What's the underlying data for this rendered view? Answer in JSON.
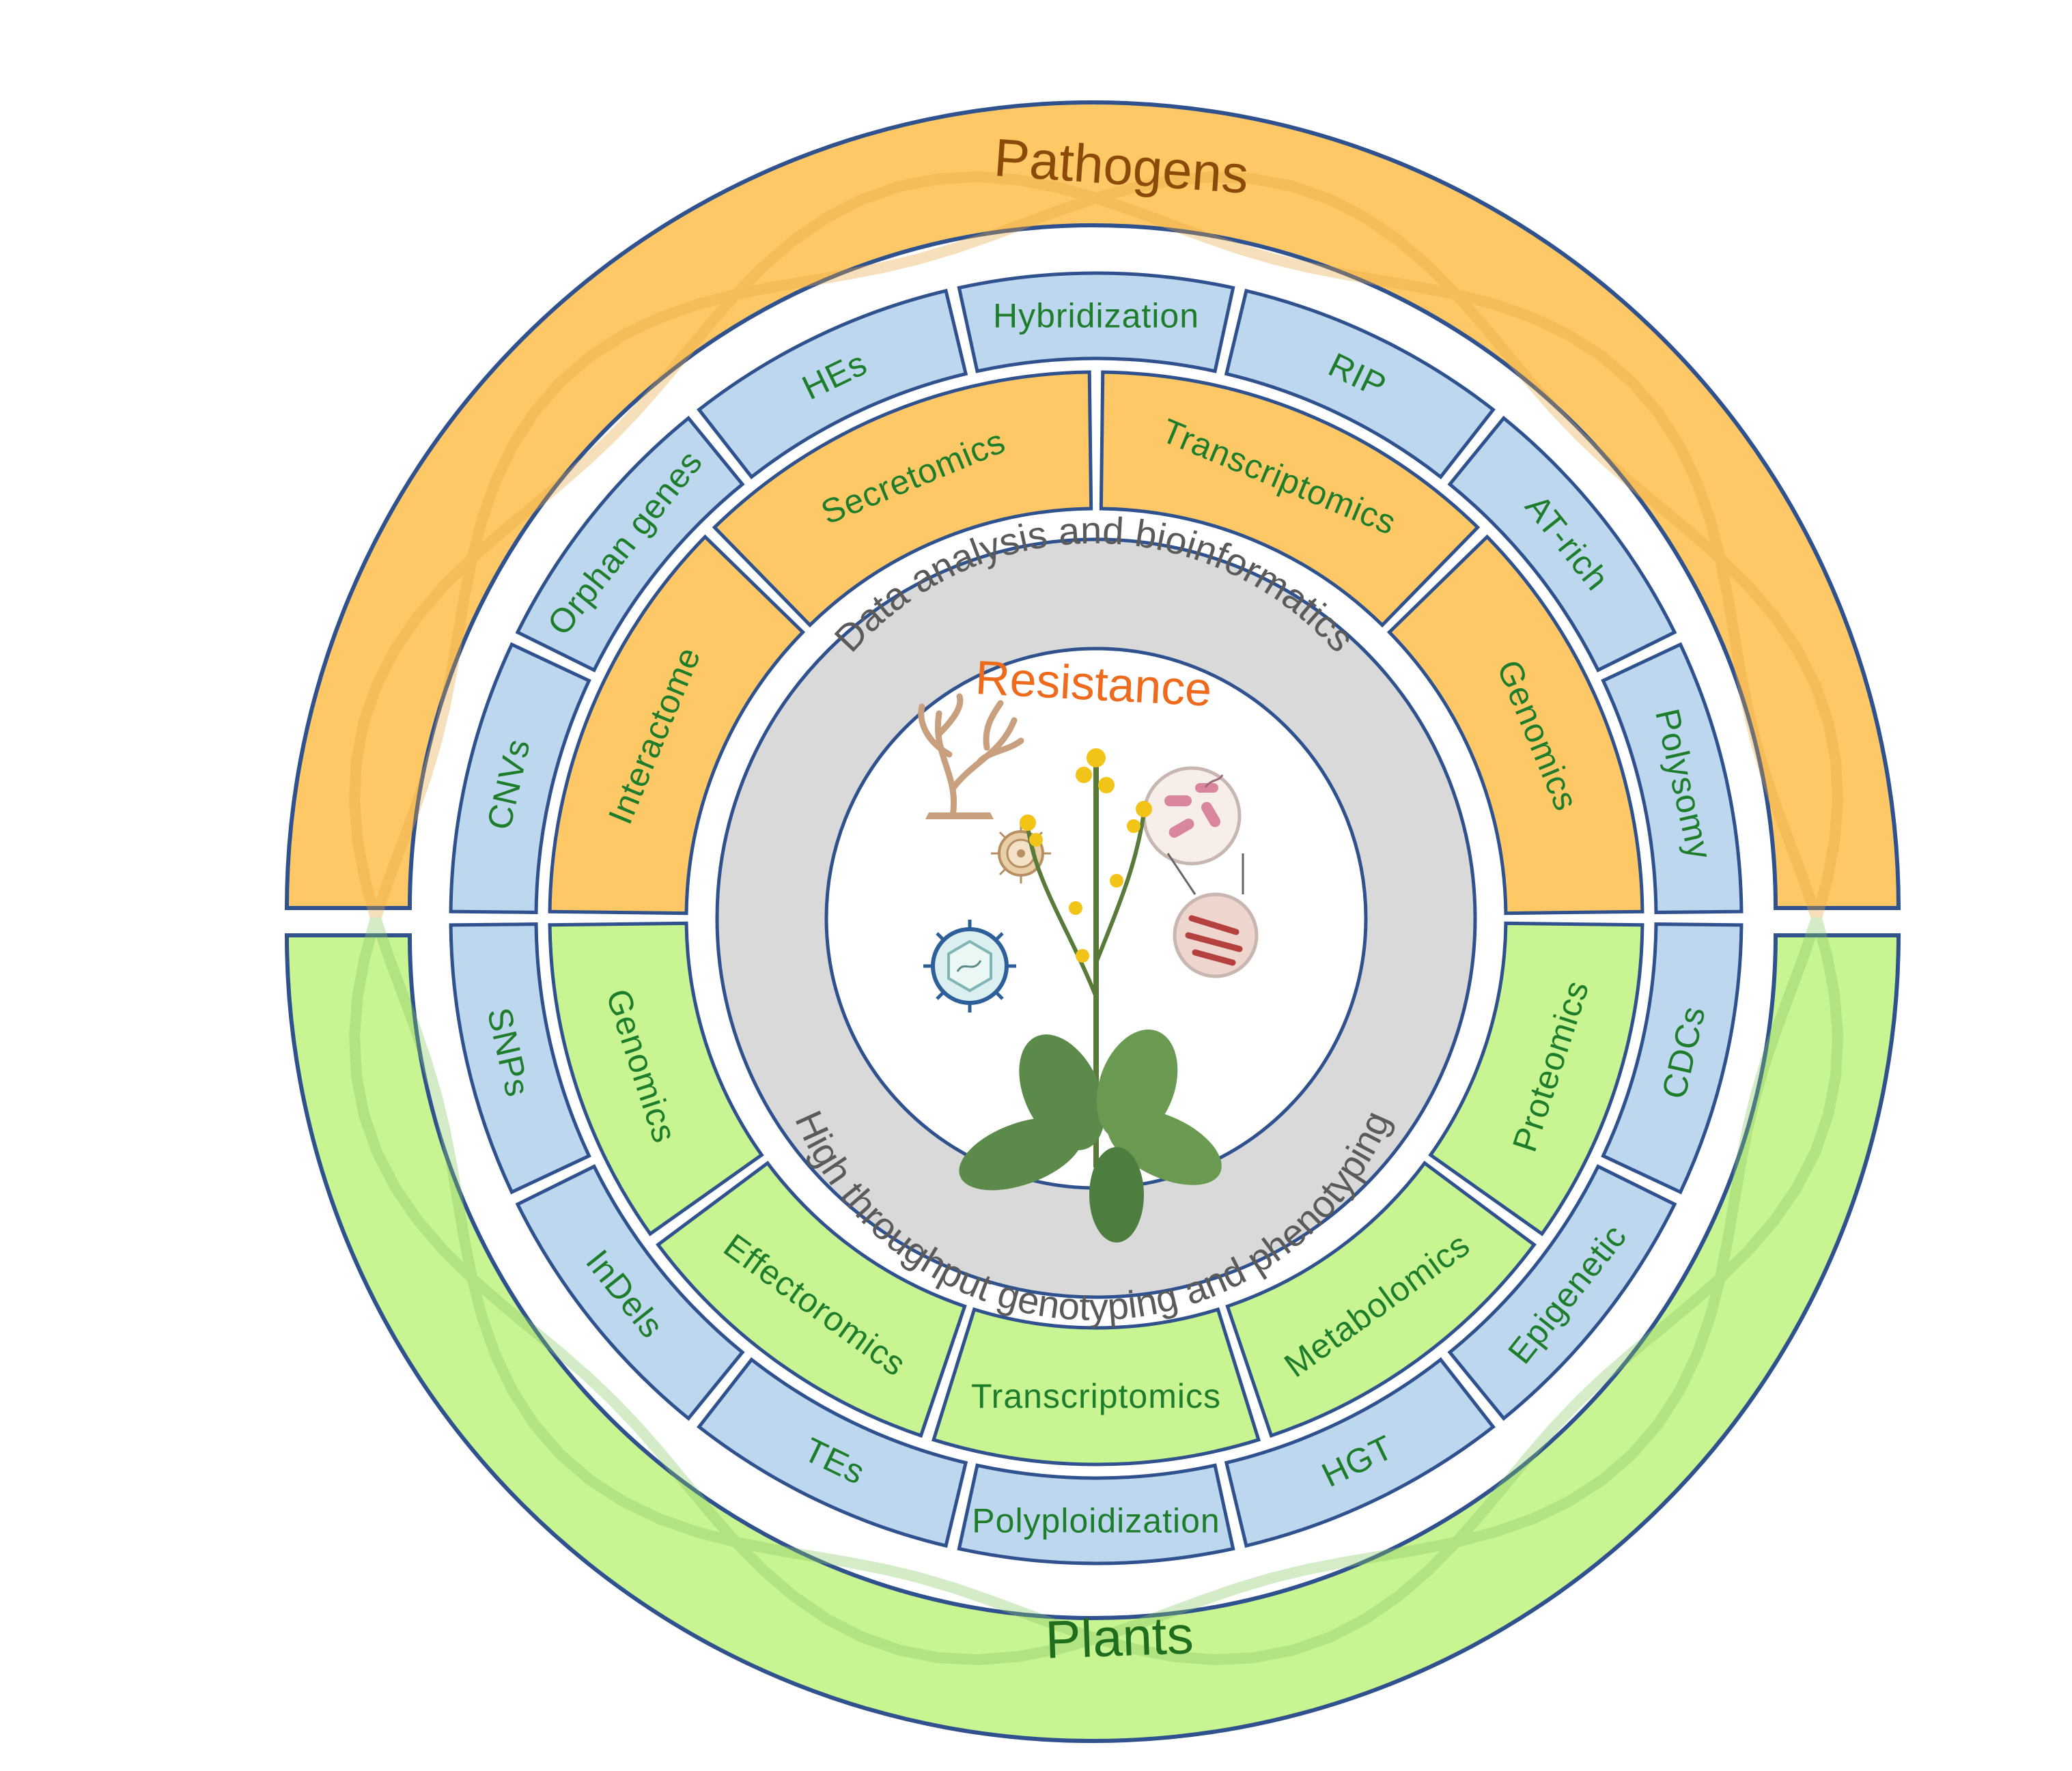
{
  "title": "Resistance",
  "outer_ring": {
    "top_label": "Pathogens",
    "bottom_label": "Plants"
  },
  "gray_ring": {
    "top_text": "Data analysis and bioinformatics",
    "bottom_text": "High throughput genotyping and phenotyping"
  },
  "pathogen_outer_blue": [
    "CNVs",
    "Orphan genes",
    "HEs",
    "Hybridization",
    "RIP",
    "AT-rich",
    "Polysomy"
  ],
  "pathogen_inner_orange": [
    "Interactome",
    "Secretomics",
    "Transcriptomics",
    "Genomics"
  ],
  "plant_outer_blue": [
    "SNPs",
    "InDels",
    "TEs",
    "Polyploidization",
    "HGT",
    "Epigenetic",
    "CDCs"
  ],
  "plant_inner_green": [
    "Genomics",
    "Effectoromics",
    "Transcriptomics",
    "Metabolomics",
    "Proteomics"
  ],
  "colors": {
    "pathogen_ring": "#fdc865",
    "pathogen_text": "#8b4a08",
    "plant_ring": "#c9f492",
    "plant_text": "#1e6e1e",
    "blue_segment": "#bdd7ee",
    "orange_segment": "#fdc865",
    "green_segment": "#c9f492",
    "segment_stroke": "#2f528f",
    "segment_text": "#1e7d2b",
    "gray_ring": "#d9d9d9",
    "resistance_text": "#ee6a1c"
  },
  "icons": [
    "fungus-icon",
    "spore-icon",
    "virus-icon",
    "bacteria-icon",
    "oomycete-icon",
    "plant-icon"
  ]
}
